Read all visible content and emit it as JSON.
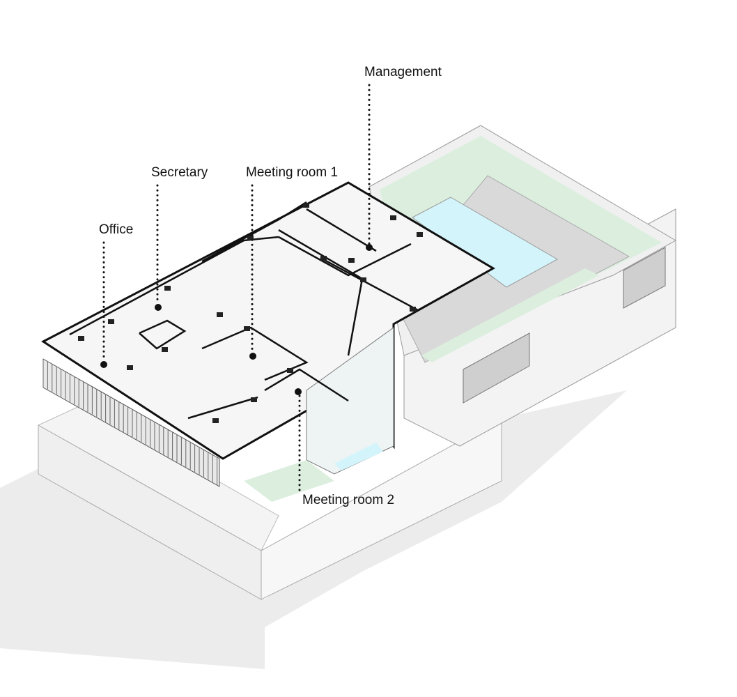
{
  "diagram": {
    "type": "axonometric floor plan",
    "labels": [
      {
        "id": "management",
        "text": "Management"
      },
      {
        "id": "secretary",
        "text": "Secretary"
      },
      {
        "id": "meeting-room-1",
        "text": "Meeting room 1"
      },
      {
        "id": "office",
        "text": "Office"
      },
      {
        "id": "meeting-room-2",
        "text": "Meeting room 2"
      }
    ],
    "colors": {
      "roof_green": "#dcefdf",
      "pool": "#d3f4fb",
      "deck": "#d9d9d9",
      "wall": "#f2f2f2",
      "shadow": "#ebebeb",
      "line": "#111111"
    }
  }
}
